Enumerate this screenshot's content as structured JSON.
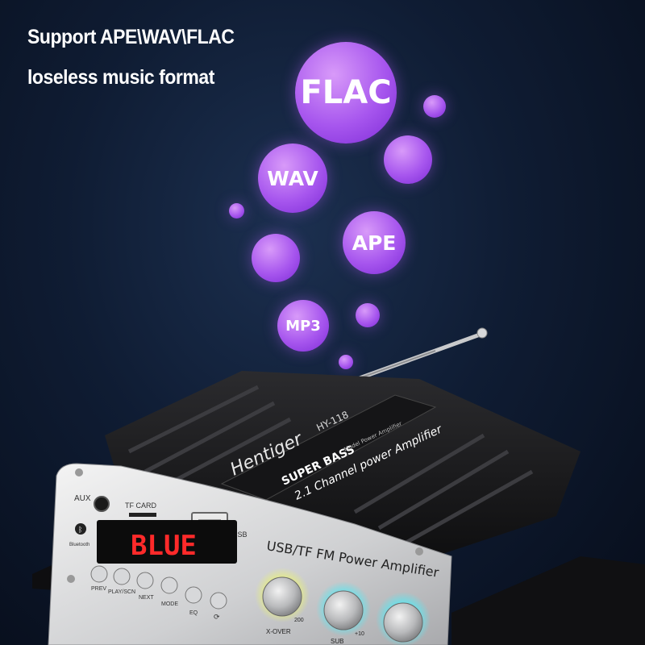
{
  "headline": {
    "line1": "Support APE\\WAV\\FLAC",
    "line2": "loseless music format"
  },
  "formats": {
    "flac": "FLAC",
    "wav": "WAV",
    "ape": "APE",
    "mp3": "MP3"
  },
  "device": {
    "brand": "Hentiger",
    "model": "HY-118",
    "model_sub": "Model Power Amplifier",
    "super_bass": "SUPER BASS",
    "channel_text": "2.1 Channel power Amplifier",
    "panel_title": "USB/TF FM Power Amplifier",
    "display_text": "BLUE",
    "aux_label": "AUX",
    "tf_card_label": "TF CARD",
    "usb_label": "USB",
    "bluetooth_label": "Bluetooth",
    "buttons": [
      "PREV",
      "PLAY/SCN",
      "NEXT",
      "MODE",
      "EQ",
      ""
    ],
    "knob_labels": [
      "X-OVER",
      "200",
      "SUB",
      "+10"
    ],
    "colors": {
      "led_display": "#ff2a2a",
      "knob_glow_1": "#e8f07a",
      "knob_glow_2": "#5ee6f0",
      "bubble": "#a756ee"
    }
  }
}
